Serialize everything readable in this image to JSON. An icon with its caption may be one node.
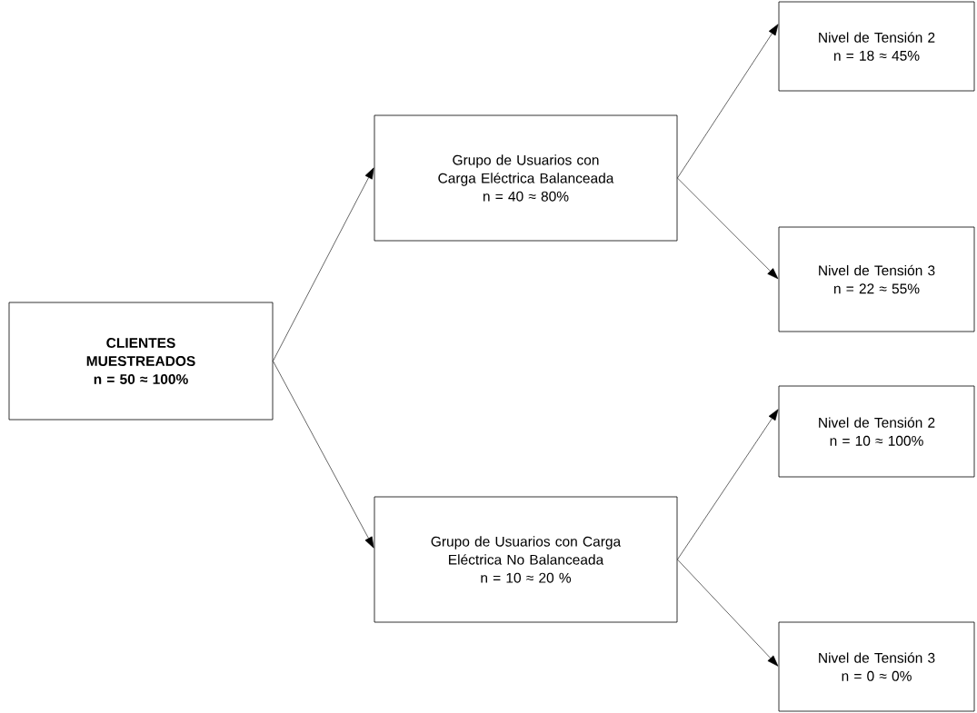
{
  "diagram": {
    "nodes": [
      {
        "text": [
          "CLIENTES MUESTREADOS",
          "n = 50 ≈ 100%"
        ]
      },
      {
        "text": [
          "Grupo de Usuarios con Carga Eléctrica Balanceada",
          "n = 40 ≈ 80%"
        ]
      },
      {
        "text": [
          "Grupo de Usuarios con Carga Eléctrica No Balanceada",
          "n = 10 ≈ 20 %"
        ]
      },
      {
        "text": [
          "Nivel de Tensión 2",
          "n = 18 ≈ 45%"
        ]
      },
      {
        "text": [
          "Nivel de Tensión 3",
          "n = 22 ≈ 55%"
        ]
      },
      {
        "text": [
          "Nivel de Tensión 2",
          "n = 10 ≈ 100%"
        ]
      },
      {
        "text": [
          "Nivel de Tensión 3",
          "n = 0 ≈ 0%"
        ]
      }
    ],
    "edges": [
      {
        "from": 0,
        "to": 1,
        "arrow": "to"
      },
      {
        "from": 0,
        "to": 2,
        "arrow": "to"
      },
      {
        "from": 1,
        "to": 3,
        "arrow": "to"
      },
      {
        "from": 1,
        "to": 4,
        "arrow": "to"
      },
      {
        "from": 2,
        "to": 5,
        "arrow": "to"
      },
      {
        "from": 2,
        "to": 6,
        "arrow": "to"
      }
    ]
  }
}
